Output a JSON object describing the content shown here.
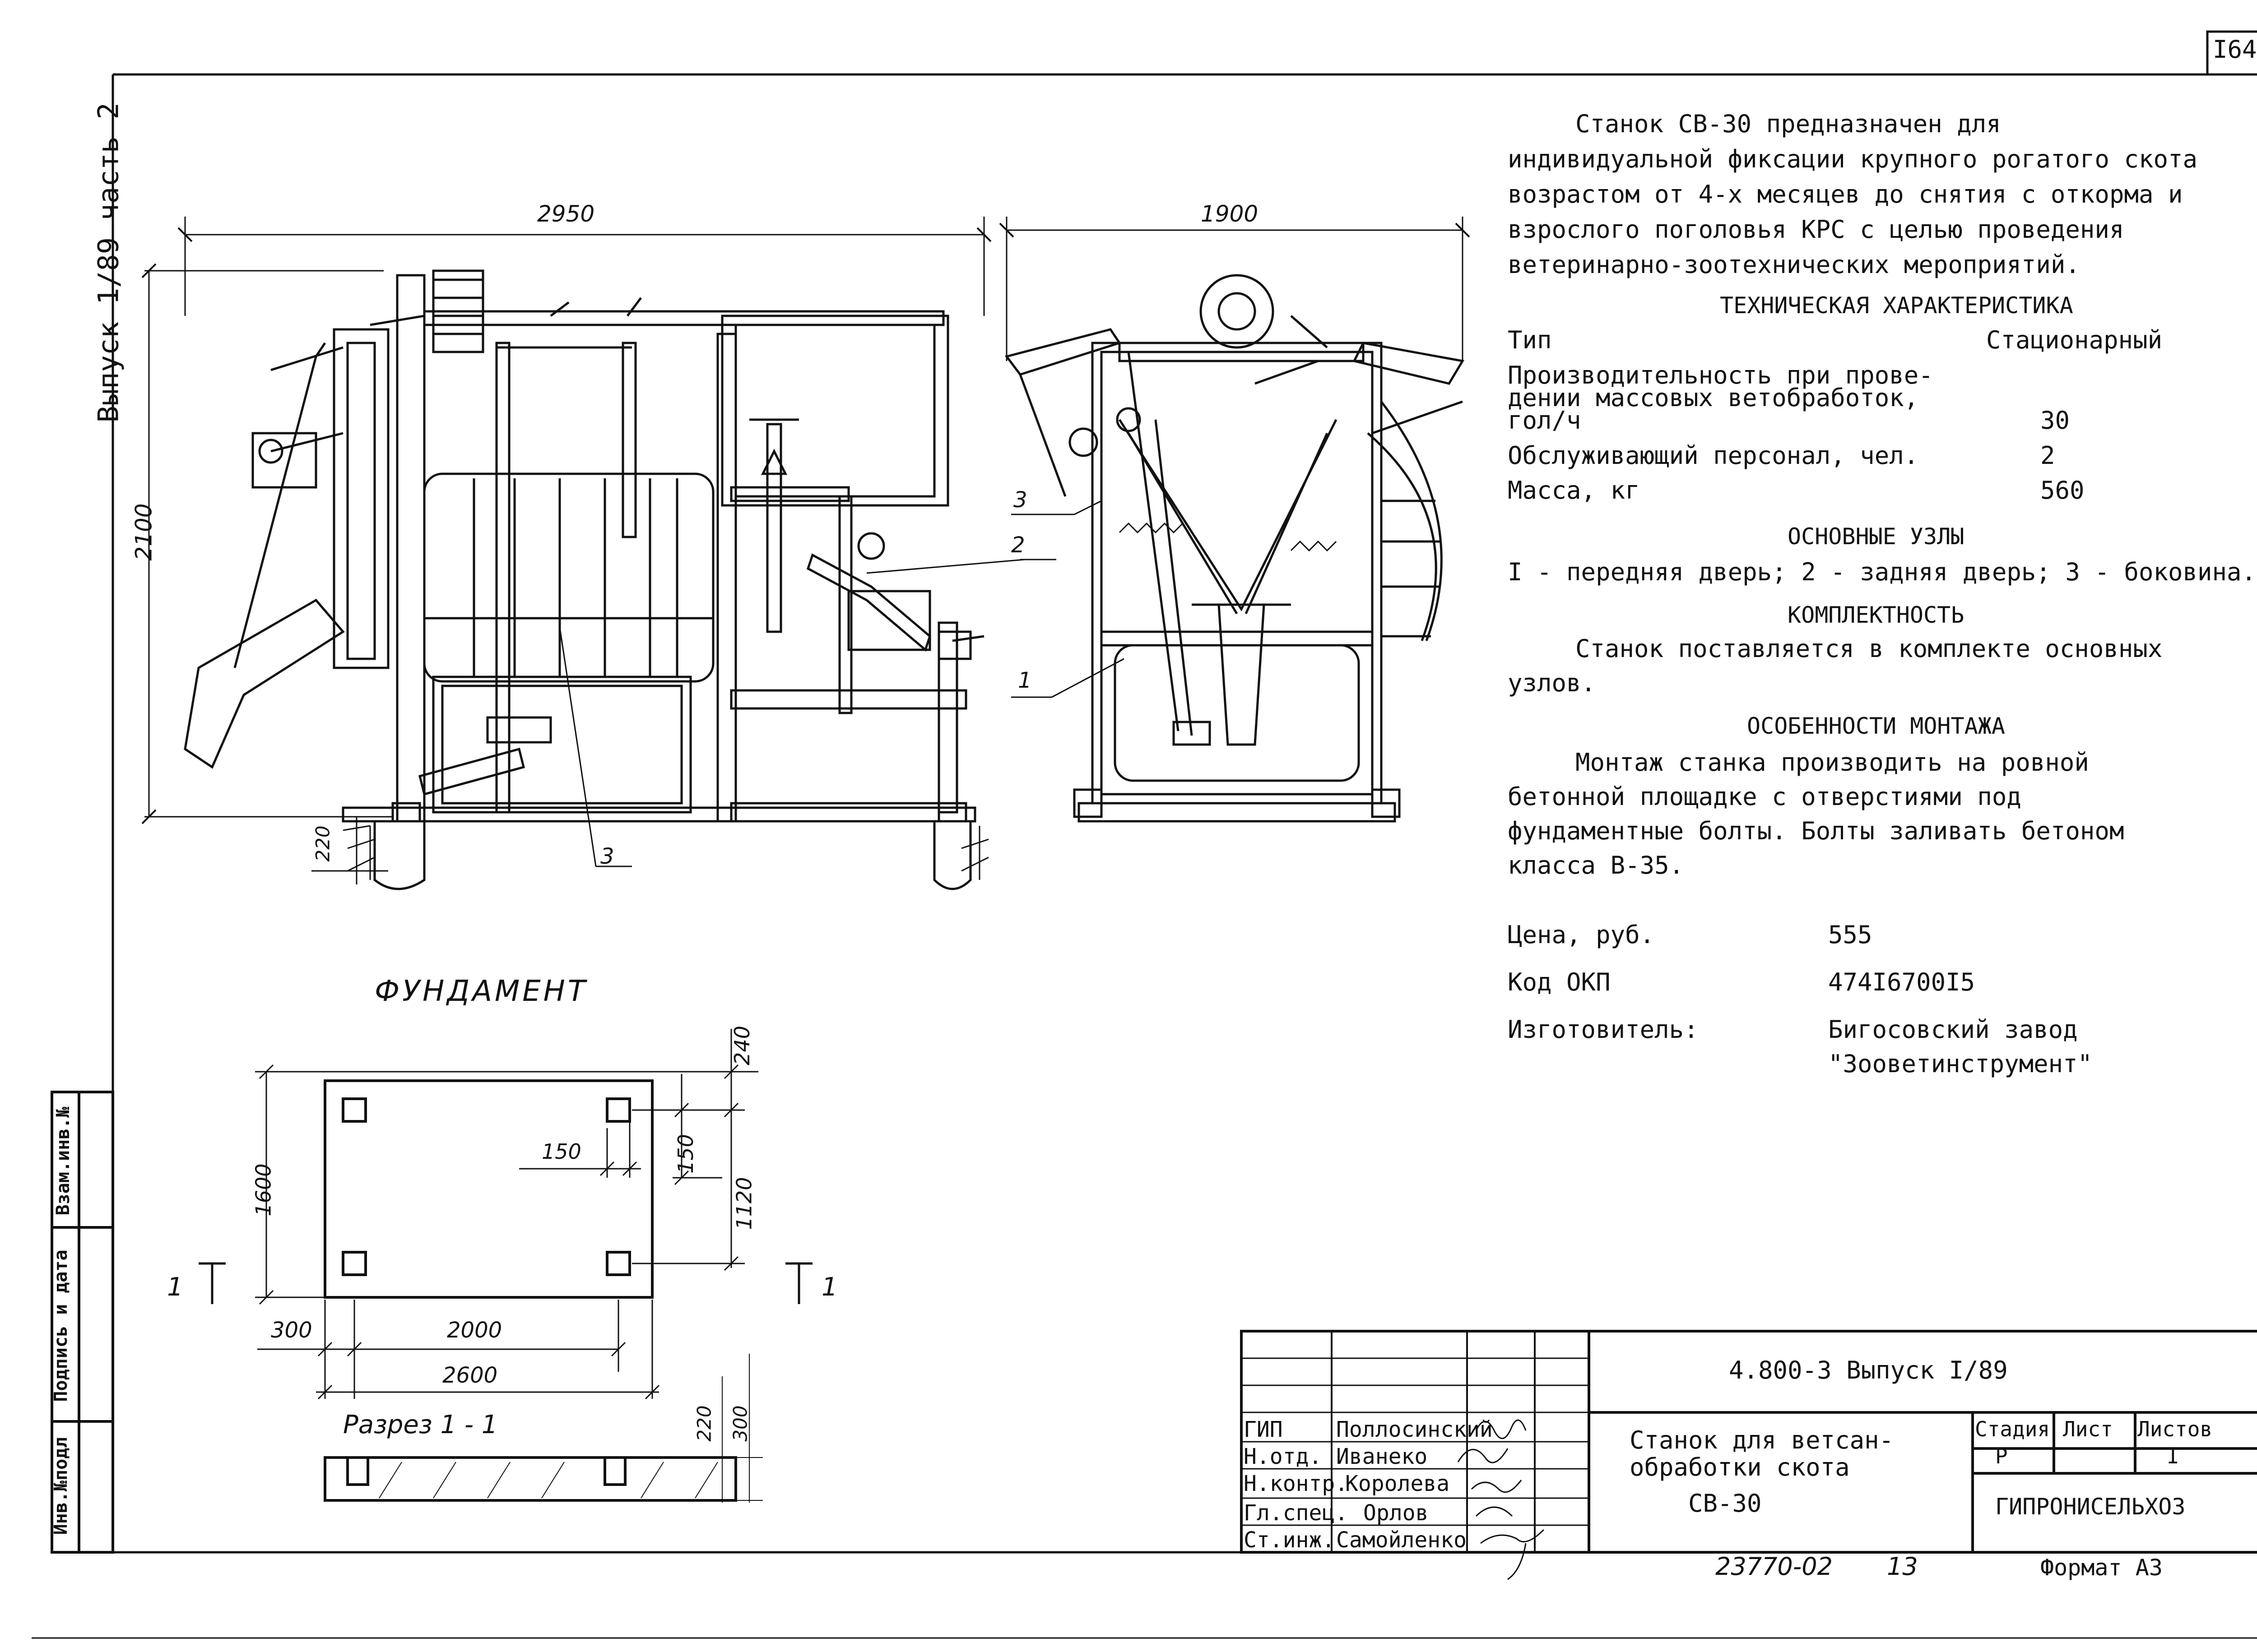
{
  "sheet_number": "I64",
  "binding_label": "Выпуск 1/89 часть 2",
  "description": "Станок СВ-30 предназначен для индивидуальной фиксации крупного рогатого скота возрастом от 4-х месяцев до снятия с откорма и взрослого поголовья КРС с целью проведения ветеринарно-зоотехнических мероприятий.",
  "tech": {
    "title": "ТЕХНИЧЕСКАЯ ХАРАКТЕРИСТИКА",
    "type_label": "Тип",
    "type_value": "Стационарный",
    "productivity_label_1": "Производительность при прове-",
    "productivity_label_2": "дении массовых ветобработок,",
    "productivity_label_3": "гол/ч",
    "productivity_value": "30",
    "staff_label": "Обслуживающий персонал, чел.",
    "staff_value": "2",
    "mass_label": "Масса, кг",
    "mass_value": "560"
  },
  "units": {
    "title": "ОСНОВНЫЕ УЗЛЫ",
    "text": "I - передняя дверь; 2 - задняя дверь; 3 - боковина."
  },
  "completeness": {
    "title": "КОМПЛЕКТНОСТЬ",
    "text": "Станок поставляется в комплекте основных узлов."
  },
  "mounting": {
    "title": "ОСОБЕННОСТИ МОНТАЖА",
    "text": "Монтаж станка производить на ровной бетонной площадке с отверстиями под фундаментные болты. Болты заливать бетоном класса В-35."
  },
  "info": {
    "price_label": "Цена, руб.",
    "price_value": "555",
    "okp_label": "Код ОКП",
    "okp_value": "474I6700I5",
    "maker_label": "Изготовитель:",
    "maker_value_1": "Бигосовский завод",
    "maker_value_2": "\"Зооветинструмент\""
  },
  "side_view": {
    "width_dim": "2950",
    "height_dim": "2100",
    "base_dim": "220",
    "callout_3": "3"
  },
  "front_view": {
    "width_dim": "1900",
    "callout_1": "1",
    "callout_2": "2",
    "callout_3": "3"
  },
  "foundation": {
    "title": "ФУНДАМЕНТ",
    "dim_240": "240",
    "dim_150_h": "150",
    "dim_150_v": "150",
    "dim_1120": "1120",
    "dim_1600": "1600",
    "dim_300": "300",
    "dim_2000": "2000",
    "dim_2600": "2600",
    "section_mark_left": "1",
    "section_mark_right": "1",
    "section_title": "Разрез 1 - 1",
    "dim_220": "220",
    "dim_300_v": "300"
  },
  "stamp_left": {
    "cell_1": "Инв.№подл",
    "cell_2": "Подпись и дата",
    "cell_3": "Взам.инв.№"
  },
  "title_block": {
    "doc_code": "4.800-3  Выпуск I/89",
    "product_name_1": "Станок для ветсан-",
    "product_name_2": "обработки  скота",
    "product_name_3": "СВ-30",
    "stage_h": "Стадия",
    "sheet_h": "Лист",
    "sheets_h": "Листов",
    "stage_v": "Р",
    "sheets_v": "I",
    "org": "ГИПРОНИСЕЛЬХОЗ",
    "roles": [
      {
        "role": "ГИП",
        "name": "Поллосинский"
      },
      {
        "role": "Н.отд.",
        "name": "Иванеко"
      },
      {
        "role": "Н.контр.",
        "name": "Королева"
      },
      {
        "role": "Гл.спец.",
        "name": "Орлов"
      },
      {
        "role": "Ст.инж.",
        "name": "Самойленко"
      }
    ],
    "inventory": "23770-02",
    "page": "13",
    "format": "Формат А3"
  }
}
